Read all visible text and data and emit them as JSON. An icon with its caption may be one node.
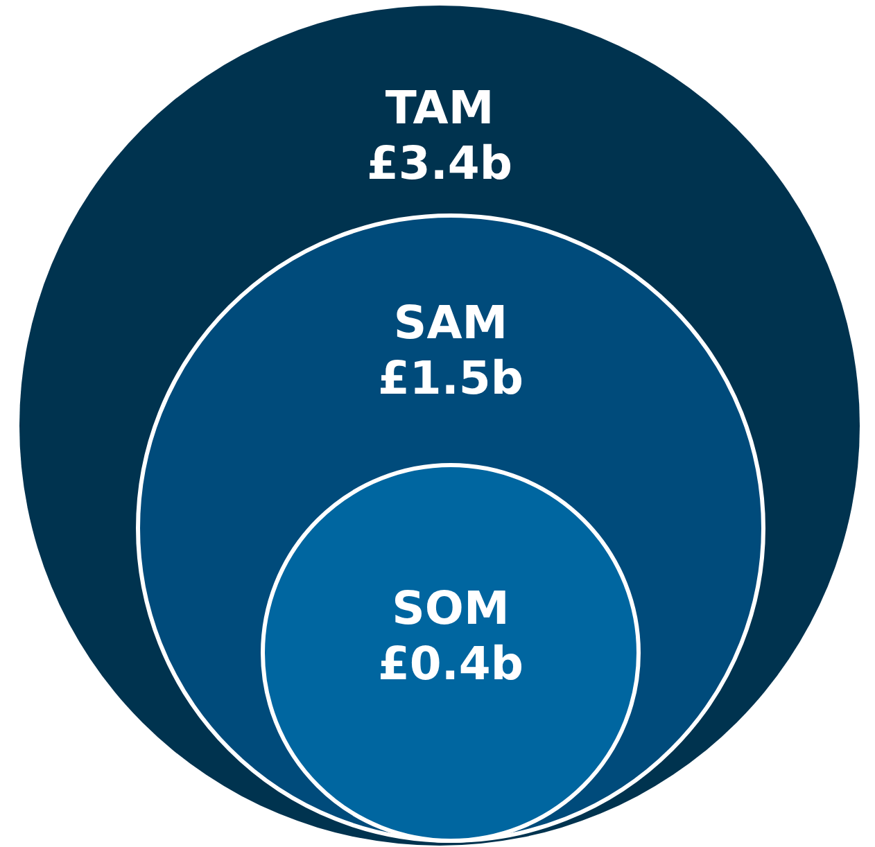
{
  "diagram": {
    "nodes": [
      {
        "text": [
          "TAM",
          "£3.4b"
        ]
      },
      {
        "text": [
          "SAM",
          "£1.5b"
        ],
        "in": 0
      },
      {
        "text": [
          "SOM",
          "£0.4b"
        ],
        "in": 1
      }
    ]
  }
}
